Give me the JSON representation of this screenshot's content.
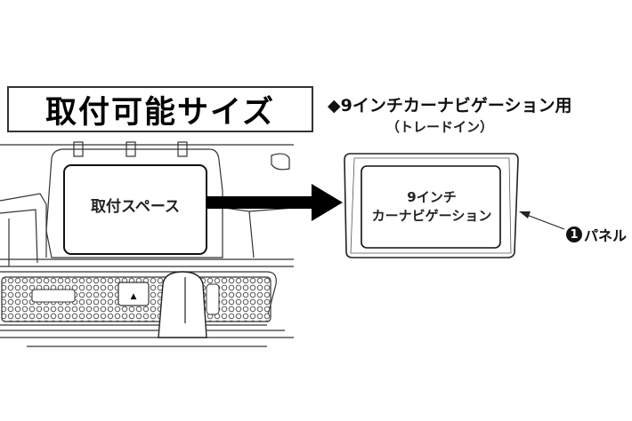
{
  "title": "取付可能サイズ",
  "heading": "◆9インチカーナビゲーション用",
  "subheading": "（トレードイン）",
  "diagram": {
    "mounting_space_label": "取付スペース",
    "panel_text_line1": "9インチ",
    "panel_text_line2": "カーナビゲーション",
    "callout_number": "1",
    "callout_label": "パネル",
    "hazard_symbol": "▲"
  }
}
